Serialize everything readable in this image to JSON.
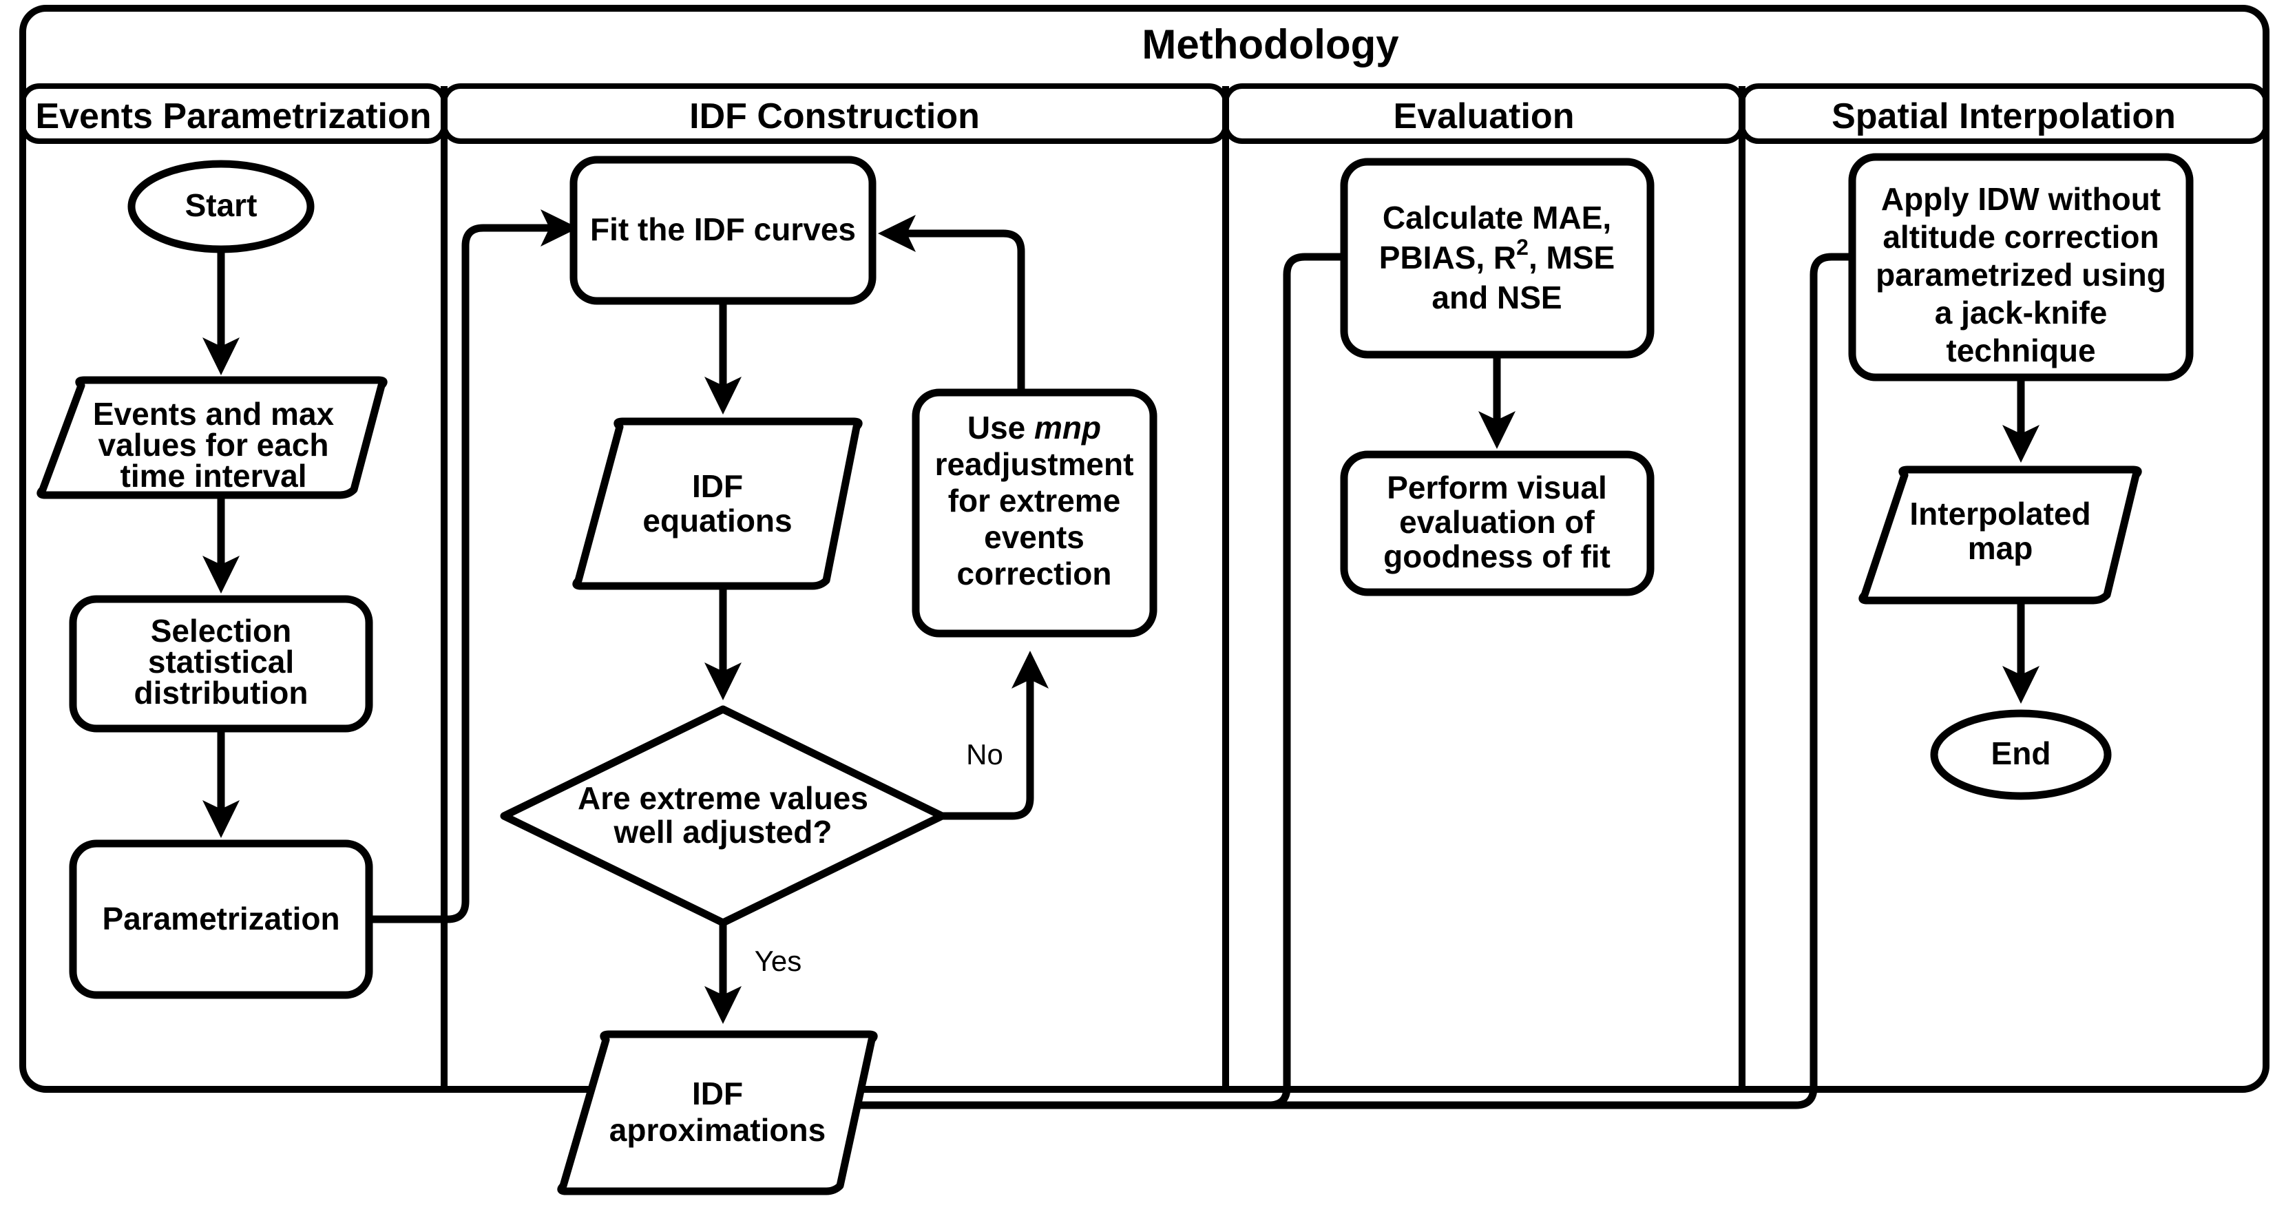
{
  "diagram": {
    "title": "Methodology",
    "type": "flowchart",
    "orientation": "left-to-right swimlanes with top-to-bottom flow",
    "lanes": [
      {
        "id": "events-parametrization",
        "title": "Events Parametrization",
        "nodes": [
          {
            "id": "start",
            "shape": "terminator",
            "label": "Start"
          },
          {
            "id": "events-max",
            "shape": "parallelogram",
            "label": "Events and max\nvalues for each\ntime interval"
          },
          {
            "id": "selection-dist",
            "shape": "process",
            "label": "Selection\nstatistical\ndistribution"
          },
          {
            "id": "parametrization",
            "shape": "process",
            "label": "Parametrization"
          }
        ]
      },
      {
        "id": "idf-construction",
        "title": "IDF Construction",
        "nodes": [
          {
            "id": "fit-idf",
            "shape": "process",
            "label": "Fit the IDF curves"
          },
          {
            "id": "idf-equations",
            "shape": "parallelogram",
            "label": "IDF\nequations"
          },
          {
            "id": "use-mnp",
            "shape": "process",
            "label": "Use mnp\nreadjustment\nfor extreme\nevents\ncorrection",
            "emphasis": {
              "word": "mnp",
              "style": "italic"
            }
          },
          {
            "id": "extreme-decision",
            "shape": "decision",
            "label": "Are extreme values\nwell adjusted?"
          },
          {
            "id": "idf-approx",
            "shape": "parallelogram",
            "label": "IDF\naproximations"
          }
        ]
      },
      {
        "id": "evaluation",
        "title": "Evaluation",
        "nodes": [
          {
            "id": "calc-metrics",
            "shape": "process",
            "label": "Calculate MAE,\nPBIAS, R², MSE\nand NSE",
            "superscript": {
              "base": "R",
              "exp": "2"
            }
          },
          {
            "id": "visual-eval",
            "shape": "process",
            "label": "Perform visual\nevaluation of\ngoodness of fit"
          }
        ]
      },
      {
        "id": "spatial-interpolation",
        "title": "Spatial Interpolation",
        "nodes": [
          {
            "id": "apply-idw",
            "shape": "process",
            "label": "Apply IDW without\naltitude correction\nparametrized using\na jack-knife\ntechnique"
          },
          {
            "id": "interp-map",
            "shape": "parallelogram",
            "label": "Interpolated\nmap"
          },
          {
            "id": "end",
            "shape": "terminator",
            "label": "End"
          }
        ]
      }
    ],
    "edge_labels": {
      "no": "No",
      "yes": "Yes"
    },
    "edges": [
      {
        "from": "start",
        "to": "events-max",
        "label": ""
      },
      {
        "from": "events-max",
        "to": "selection-dist",
        "label": ""
      },
      {
        "from": "selection-dist",
        "to": "parametrization",
        "label": ""
      },
      {
        "from": "parametrization",
        "to": "fit-idf",
        "label": ""
      },
      {
        "from": "fit-idf",
        "to": "idf-equations",
        "label": ""
      },
      {
        "from": "idf-equations",
        "to": "extreme-decision",
        "label": ""
      },
      {
        "from": "extreme-decision",
        "to": "use-mnp",
        "label": "No"
      },
      {
        "from": "use-mnp",
        "to": "fit-idf",
        "label": ""
      },
      {
        "from": "extreme-decision",
        "to": "idf-approx",
        "label": "Yes"
      },
      {
        "from": "idf-approx",
        "to": "calc-metrics",
        "label": ""
      },
      {
        "from": "calc-metrics",
        "to": "visual-eval",
        "label": ""
      },
      {
        "from": "idf-approx",
        "to": "apply-idw",
        "label": ""
      },
      {
        "from": "apply-idw",
        "to": "interp-map",
        "label": ""
      },
      {
        "from": "interp-map",
        "to": "end",
        "label": ""
      }
    ],
    "colors": {
      "stroke": "#000000",
      "fill": "#ffffff",
      "text": "#000000"
    }
  }
}
